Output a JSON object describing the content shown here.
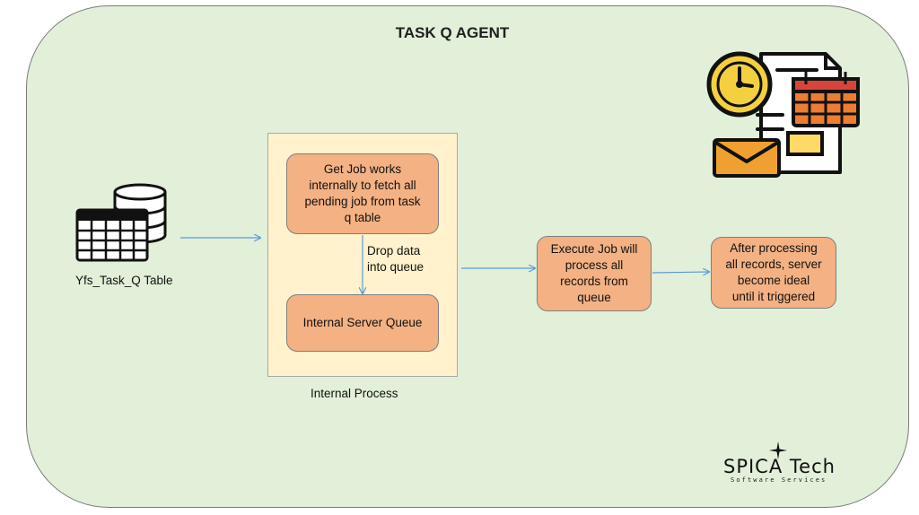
{
  "title": "TASK Q AGENT",
  "source": {
    "label": "Yfs_Task_Q Table",
    "icon": "database-table-icon"
  },
  "internal_process": {
    "caption": "Internal Process",
    "get_job": {
      "lines": [
        "Get Job works",
        "internally  to fetch all",
        "pending job from task",
        "q table"
      ]
    },
    "drop_label": {
      "lines": [
        "Drop data",
        "into queue"
      ]
    },
    "queue": {
      "label": "Internal Server Queue"
    }
  },
  "execute_job": {
    "lines": [
      "Execute Job will",
      "process all",
      "records from",
      "queue"
    ]
  },
  "after_processing": {
    "lines": [
      "After processing",
      "all records, server",
      "become ideal",
      "until it triggered"
    ]
  },
  "scheduler_icon": "schedule-calendar-icon",
  "logo": {
    "main": "SPICA Tech",
    "sub": "Software Services"
  },
  "colors": {
    "panel": "#e2efd9",
    "internal_box": "#fff2cc",
    "node": "#f4b183",
    "arrow": "#5b9bd5",
    "clock": "#f4d03f",
    "calendar": "#ed7d31"
  }
}
